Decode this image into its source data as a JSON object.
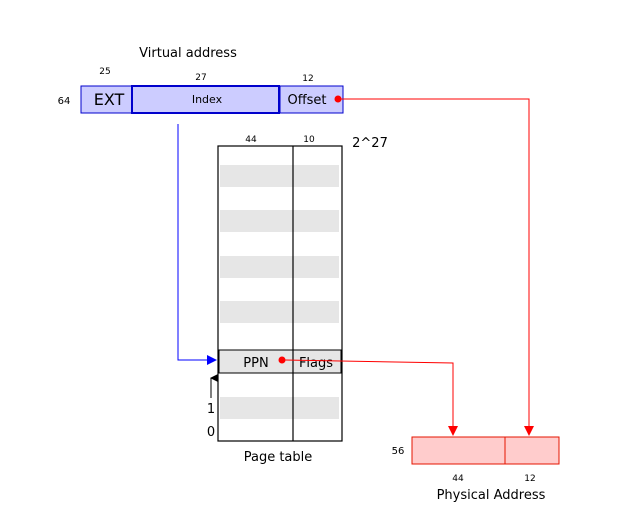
{
  "virtual_address": {
    "title": "Virtual address",
    "width_label": "64",
    "fields": [
      {
        "bits": "25",
        "name": "EXT"
      },
      {
        "bits": "27",
        "name": "Index"
      },
      {
        "bits": "12",
        "name": "Offset"
      }
    ]
  },
  "page_table": {
    "caption": "Page table",
    "entries_label": "2^27",
    "col_bits": [
      "44",
      "10"
    ],
    "entry": {
      "ppn": "PPN",
      "flags": "Flags"
    },
    "index_labels": [
      "1",
      "0"
    ]
  },
  "physical_address": {
    "title": "Physical Address",
    "width_label": "56",
    "fields": [
      {
        "bits": "44"
      },
      {
        "bits": "12"
      }
    ]
  },
  "colors": {
    "va_fill": "#ccccff",
    "va_stroke": "#0000cc",
    "pa_fill": "#ffcccc",
    "pa_stroke": "#e51400",
    "blue_arrow": "#0000ff",
    "red_arrow": "#ff0000",
    "stripe": "#e6e6e6"
  }
}
